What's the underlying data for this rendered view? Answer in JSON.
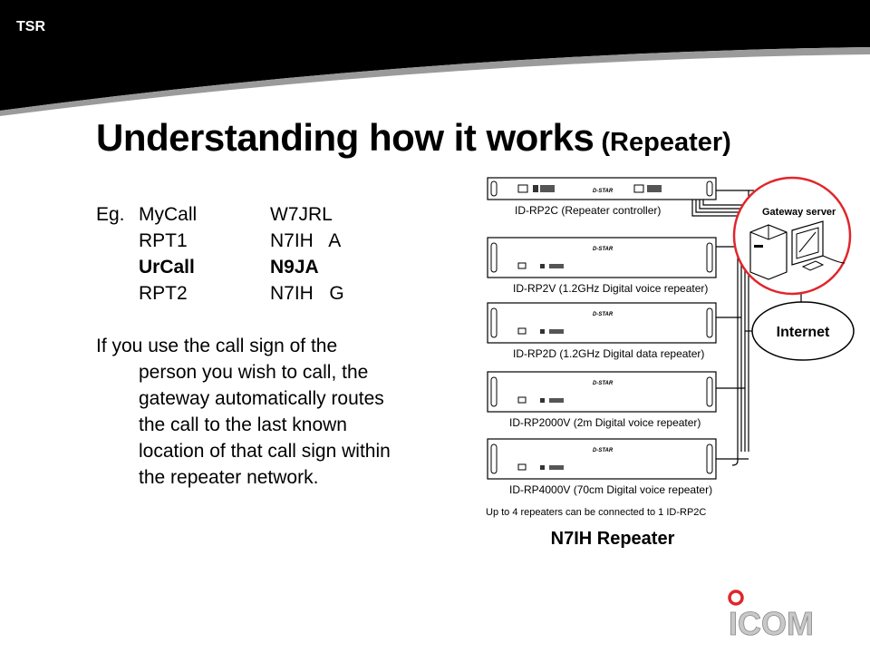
{
  "header": {
    "tag": "TSR"
  },
  "title": {
    "main": "Understanding how it works",
    "sub": "(Repeater)"
  },
  "example": {
    "prefix": "Eg.",
    "rows": [
      {
        "label": "MyCall",
        "value": "W7JRL"
      },
      {
        "label": "RPT1",
        "value": "N7IH   A"
      },
      {
        "label": "UrCall",
        "value": "N9JA"
      },
      {
        "label": "RPT2",
        "value": "N7IH   G"
      }
    ]
  },
  "paragraph": [
    "If you use the call sign of the",
    "person you wish to call, the",
    "gateway automatically routes",
    "the call to the last known",
    "location of that call sign within",
    "the repeater network."
  ],
  "diagram": {
    "units": [
      {
        "badge": "D-STAR",
        "label": "ID-RP2C (Repeater controller)"
      },
      {
        "badge": "D-STAR",
        "label": "ID-RP2V (1.2GHz Digital voice repeater)"
      },
      {
        "badge": "D-STAR",
        "label": "ID-RP2D (1.2GHz Digital data repeater)"
      },
      {
        "badge": "D-STAR",
        "label": "ID-RP2000V (2m Digital voice repeater)"
      },
      {
        "badge": "D-STAR",
        "label": "ID-RP4000V (70cm Digital voice repeater)"
      }
    ],
    "note": "Up to 4 repeaters can be connected to 1 ID-RP2C",
    "gateway_label": "Gateway server",
    "internet_label": "Internet",
    "caption": "N7IH Repeater"
  },
  "logo": {
    "text": "ICOM"
  },
  "colors": {
    "accent_red": "#e0262c",
    "header_black": "#000000",
    "swoosh_gray": "#9a9a9a"
  }
}
